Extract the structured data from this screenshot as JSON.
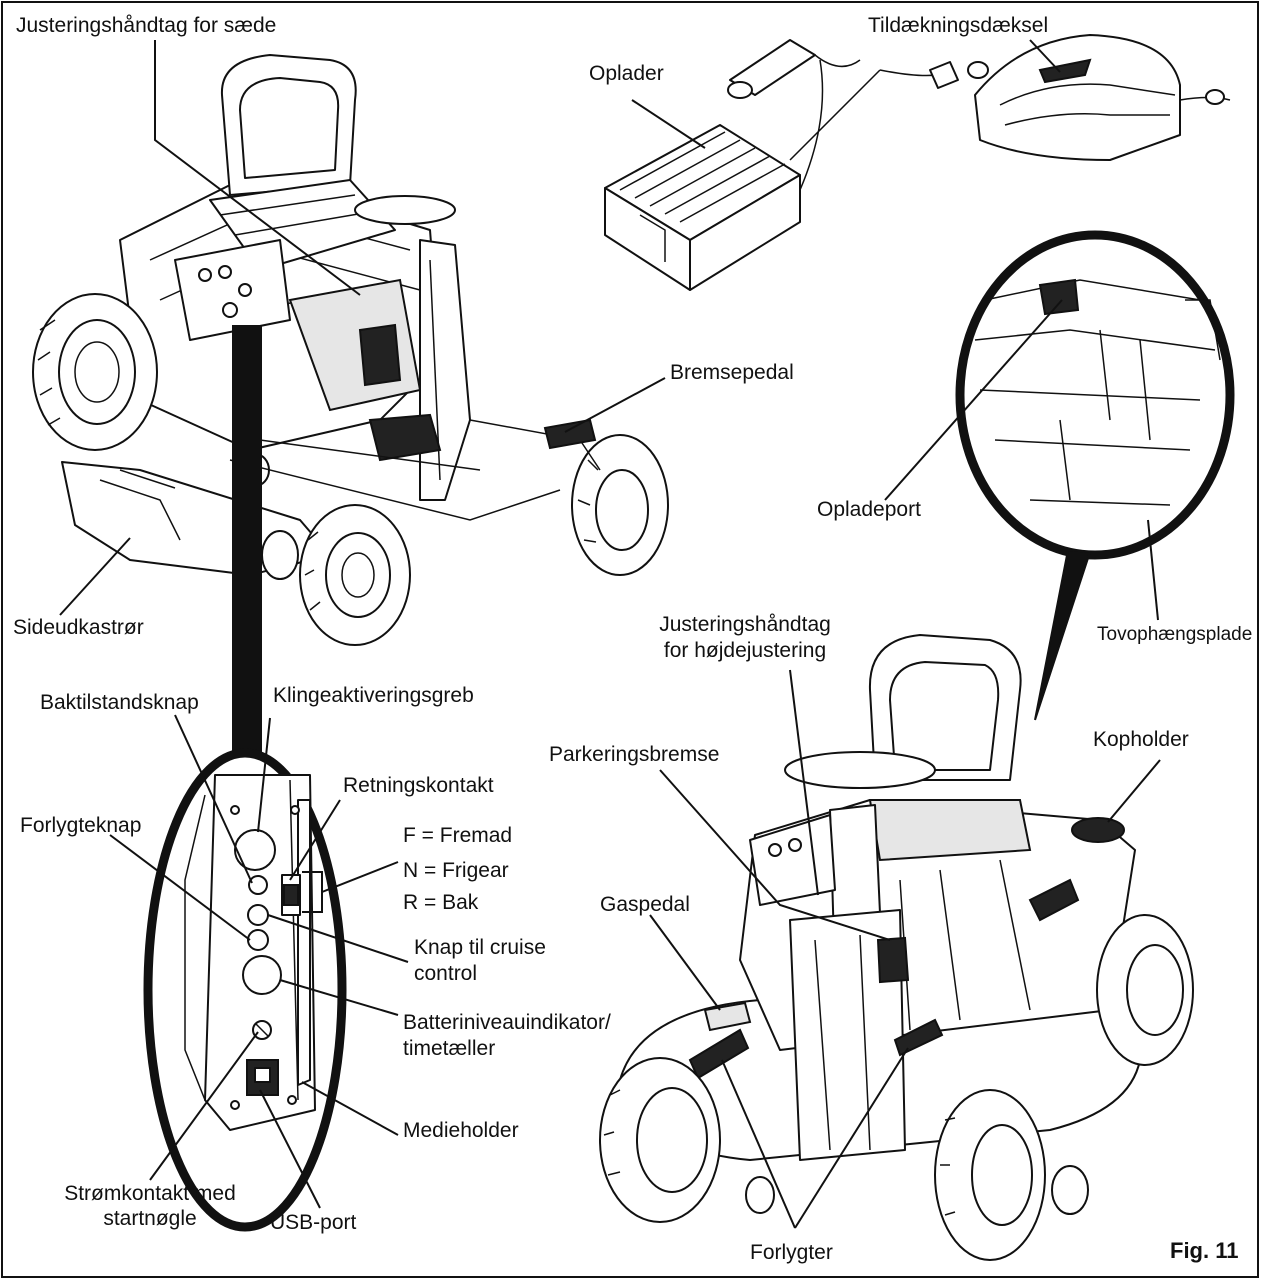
{
  "figure_label": "Fig. 11",
  "labels": {
    "seat_adjust_handle": "Justeringshåndtag for sæde",
    "charger": "Oplader",
    "cover": "Tildækningsdæksel",
    "brake_pedal": "Bremsepedal",
    "charge_port": "Opladeport",
    "side_chute": "Sideudkastrør",
    "tow_plate": "Tovophængsplade",
    "height_adjust_handle_1": "Justeringshåndtag",
    "height_adjust_handle_2": "for højdejustering",
    "reverse_mode_button": "Baktilstandsknap",
    "blade_engage_lever": "Klingeaktiveringsgreb",
    "direction_switch": "Retningskontakt",
    "parking_brake": "Parkeringsbremse",
    "cup_holder": "Kopholder",
    "headlight_button": "Forlygteknap",
    "f_forward": "F = Fremad",
    "n_neutral": "N = Frigear",
    "r_reverse": "R = Bak",
    "accelerator_pedal": "Gaspedal",
    "cruise_control_1": "Knap til cruise",
    "cruise_control_2": "control",
    "battery_indicator_1": "Batteriniveauindikator/",
    "battery_indicator_2": "timetæller",
    "media_holder": "Medieholder",
    "power_switch_1": "Strømkontakt med",
    "power_switch_2": "startnøgle",
    "usb_port": "USB-port",
    "headlights": "Forlygter"
  }
}
